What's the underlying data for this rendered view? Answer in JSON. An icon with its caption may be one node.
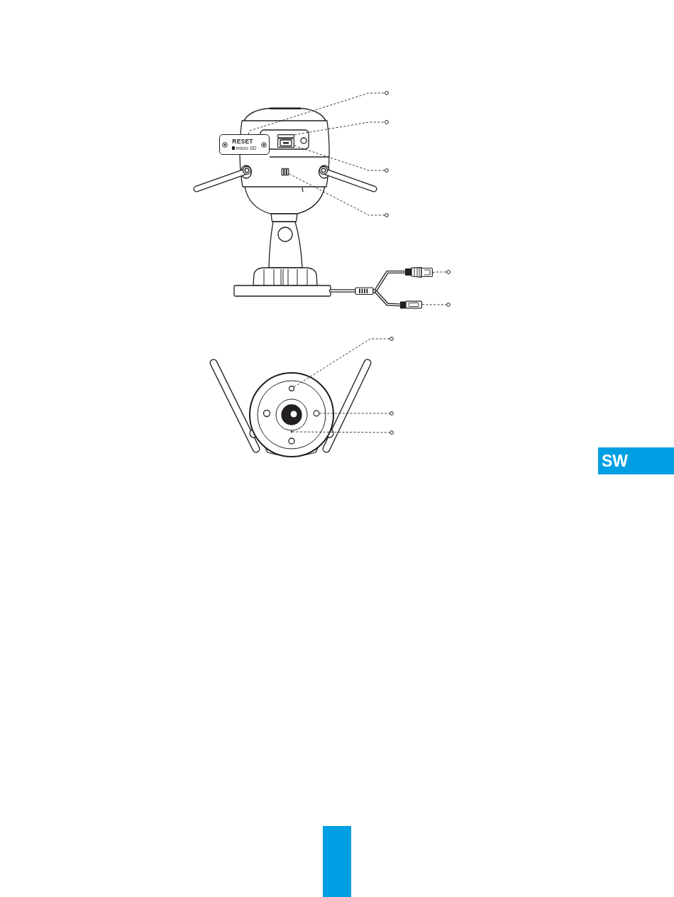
{
  "diagram": {
    "nodes": [
      {
        "text": [
          "RESET",
          "micro SD"
        ]
      },
      {
        "text": [],
        "shape": "box"
      },
      {
        "text": [],
        "shape": "box"
      },
      {
        "text": [],
        "shape": "picture"
      },
      {
        "text": [],
        "shape": "picture"
      },
      {
        "text": [],
        "shape": "picture"
      },
      {
        "text": [],
        "shape": "circle"
      },
      {
        "text": [],
        "shape": "circle"
      },
      {
        "text": [],
        "shape": "circle"
      },
      {
        "text": [
          "SW"
        ]
      },
      {
        "text": [],
        "shape": "bar"
      }
    ],
    "edges": [
      {
        "from": 0,
        "to": null,
        "arrow": "other",
        "style": "dashed"
      },
      {
        "from": 1,
        "to": null,
        "arrow": "other",
        "style": "dashed"
      },
      {
        "from": 2,
        "to": null,
        "arrow": "other",
        "style": "dashed"
      },
      {
        "from": 3,
        "to": null,
        "arrow": "other",
        "style": "dashed"
      },
      {
        "from": 4,
        "to": null,
        "arrow": "other",
        "style": "dashed"
      },
      {
        "from": 5,
        "to": null,
        "arrow": "other",
        "style": "dashed"
      },
      {
        "from": 6,
        "to": null,
        "arrow": "other",
        "style": "dashed"
      },
      {
        "from": 7,
        "to": null,
        "arrow": "other",
        "style": "dashed"
      },
      {
        "from": 8,
        "to": null,
        "arrow": "other",
        "style": "dashed"
      }
    ]
  }
}
